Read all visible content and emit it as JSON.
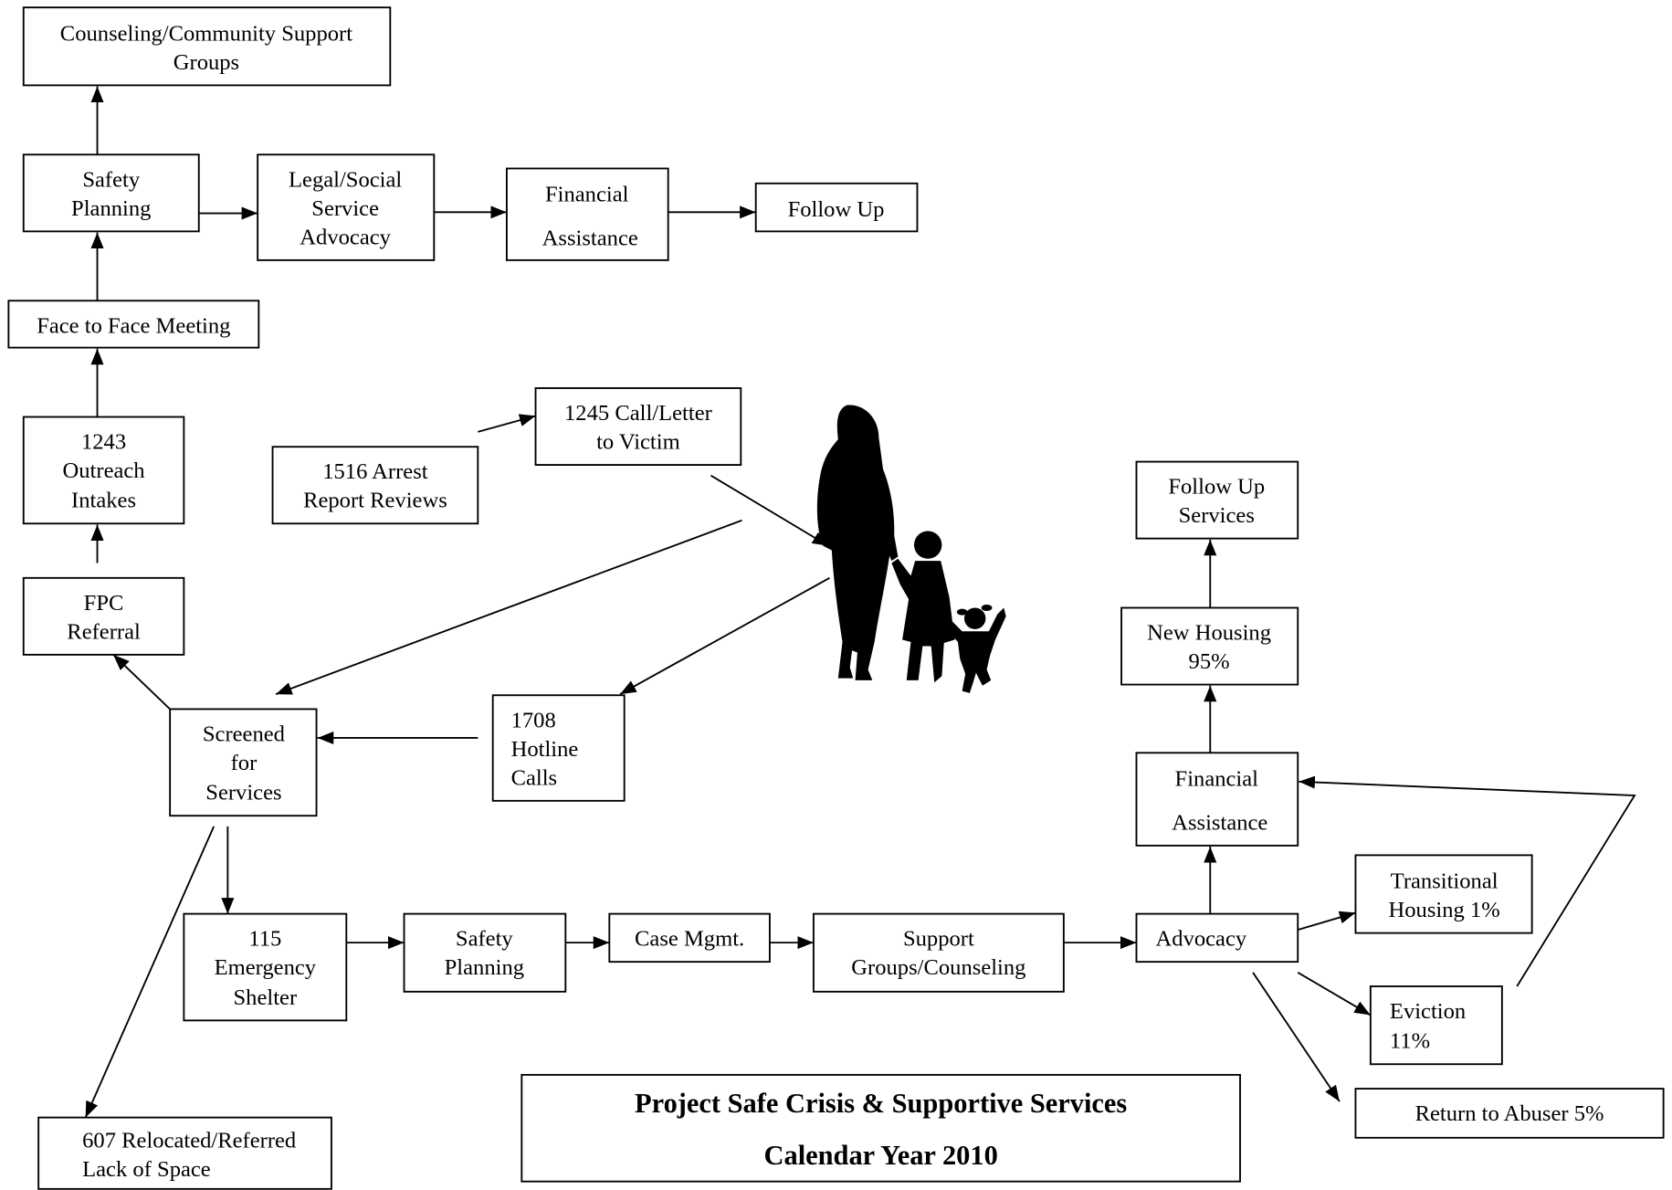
{
  "colors": {
    "stroke": "#000000",
    "background": "#ffffff",
    "silhouette": "#000000"
  },
  "nodes": {
    "counseling_support_groups": {
      "lines": [
        "Counseling/Community Support",
        "Groups"
      ]
    },
    "safety_planning_top": {
      "lines": [
        "Safety",
        "Planning"
      ]
    },
    "legal_social_advocacy": {
      "lines": [
        "Legal/Social",
        "Service",
        "Advocacy"
      ]
    },
    "financial_assistance_top": {
      "lines": [
        "Financial",
        "Assistance"
      ]
    },
    "follow_up": {
      "lines": [
        "Follow Up"
      ]
    },
    "face_to_face_meeting": {
      "lines": [
        "Face to Face Meeting"
      ]
    },
    "outreach_intakes": {
      "lines": [
        "1243",
        "Outreach",
        "Intakes"
      ]
    },
    "arrest_report_reviews": {
      "lines": [
        "1516 Arrest",
        "Report Reviews"
      ]
    },
    "call_letter_to_victim": {
      "lines": [
        "1245 Call/Letter",
        "to Victim"
      ]
    },
    "fpc_referral": {
      "lines": [
        "FPC",
        "Referral"
      ]
    },
    "screened_for_services": {
      "lines": [
        "Screened",
        "for",
        "Services"
      ]
    },
    "hotline_calls": {
      "lines": [
        "1708",
        "Hotline",
        "Calls"
      ]
    },
    "follow_up_services": {
      "lines": [
        "Follow Up",
        "Services"
      ]
    },
    "new_housing": {
      "lines": [
        "New Housing",
        "95%"
      ]
    },
    "financial_assistance_right": {
      "lines": [
        "Financial",
        "Assistance"
      ]
    },
    "transitional_housing": {
      "lines": [
        "Transitional",
        "Housing 1%"
      ]
    },
    "emergency_shelter": {
      "lines": [
        "115",
        "Emergency",
        "Shelter"
      ]
    },
    "safety_planning_bottom": {
      "lines": [
        "Safety",
        "Planning"
      ]
    },
    "case_mgmt": {
      "lines": [
        "Case Mgmt."
      ]
    },
    "support_groups_counseling": {
      "lines": [
        "Support",
        "Groups/Counseling"
      ]
    },
    "advocacy": {
      "lines": [
        "Advocacy"
      ]
    },
    "eviction": {
      "lines": [
        "Eviction",
        "11%"
      ]
    },
    "return_to_abuser": {
      "lines": [
        "Return to Abuser 5%"
      ]
    },
    "relocated_referred": {
      "lines": [
        "607 Relocated/Referred",
        "Lack of Space"
      ]
    }
  },
  "title": {
    "lines": [
      "Project Safe Crisis & Supportive Services",
      "Calendar Year 2010"
    ]
  },
  "icons": {
    "center_figure": "woman-and-children-silhouette-icon"
  }
}
